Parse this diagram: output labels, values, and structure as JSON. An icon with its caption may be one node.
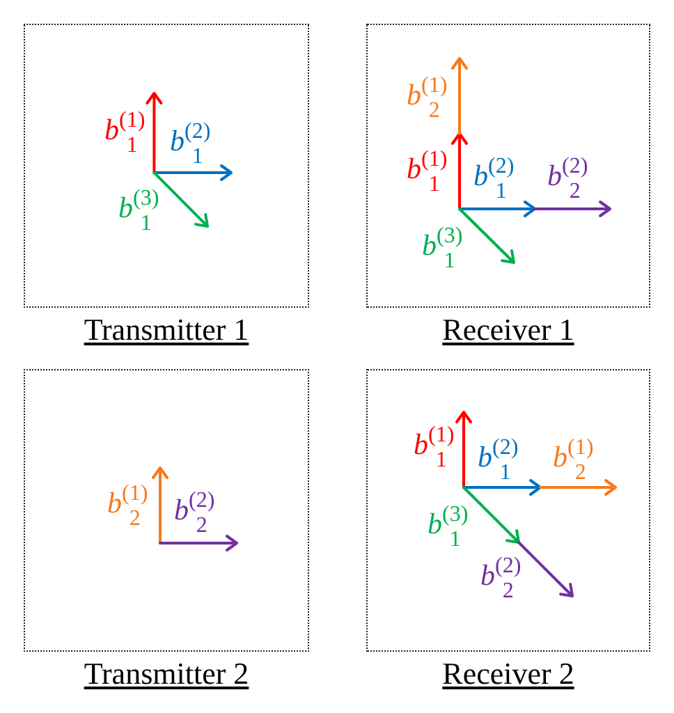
{
  "diagram": {
    "nodes": [
      {
        "text": [
          "Transmitter 1"
        ]
      },
      {
        "text": [
          "Receiver 1"
        ]
      },
      {
        "text": [
          "Transmitter 2"
        ]
      },
      {
        "text": [
          "Receiver 2"
        ]
      }
    ],
    "labels": [
      "*b*$_{1}$$^{(1)}$",
      "*b*$_{1}$$^{(2)}$",
      "*b*$_{1}$$^{(3)}$",
      "*b*$_{2}$$^{(1)}$",
      "*b*$_{1}$$^{(1)}$",
      "*b*$_{1}$$^{(2)}$",
      "*b*$_{2}$$^{(2)}$",
      "*b*$_{1}$$^{(3)}$",
      "*b*$_{2}$$^{(1)}$",
      "*b*$_{2}$$^{(2)}$",
      "*b*$_{1}$$^{(1)}$",
      "*b*$_{1}$$^{(2)}$",
      "*b*$_{2}$$^{(1)}$",
      "*b*$_{1}$$^{(3)}$",
      "*b*$_{2}$$^{(2)}$"
    ]
  }
}
